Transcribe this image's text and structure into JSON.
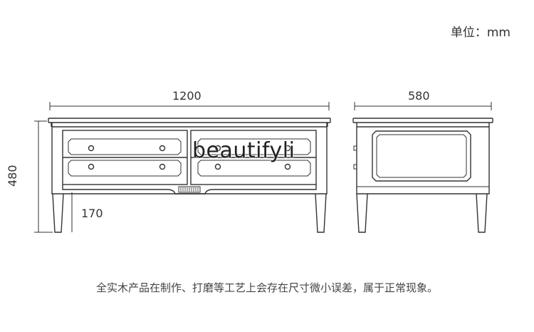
{
  "unit_label": "单位：mm",
  "dimensions": {
    "width": "1200",
    "depth": "580",
    "height": "480",
    "leg_height": "170"
  },
  "watermark": "beautifyli",
  "disclaimer": "全实木产品在制作、打磨等工艺上会存在尺寸微小误差，属于正常现象。"
}
